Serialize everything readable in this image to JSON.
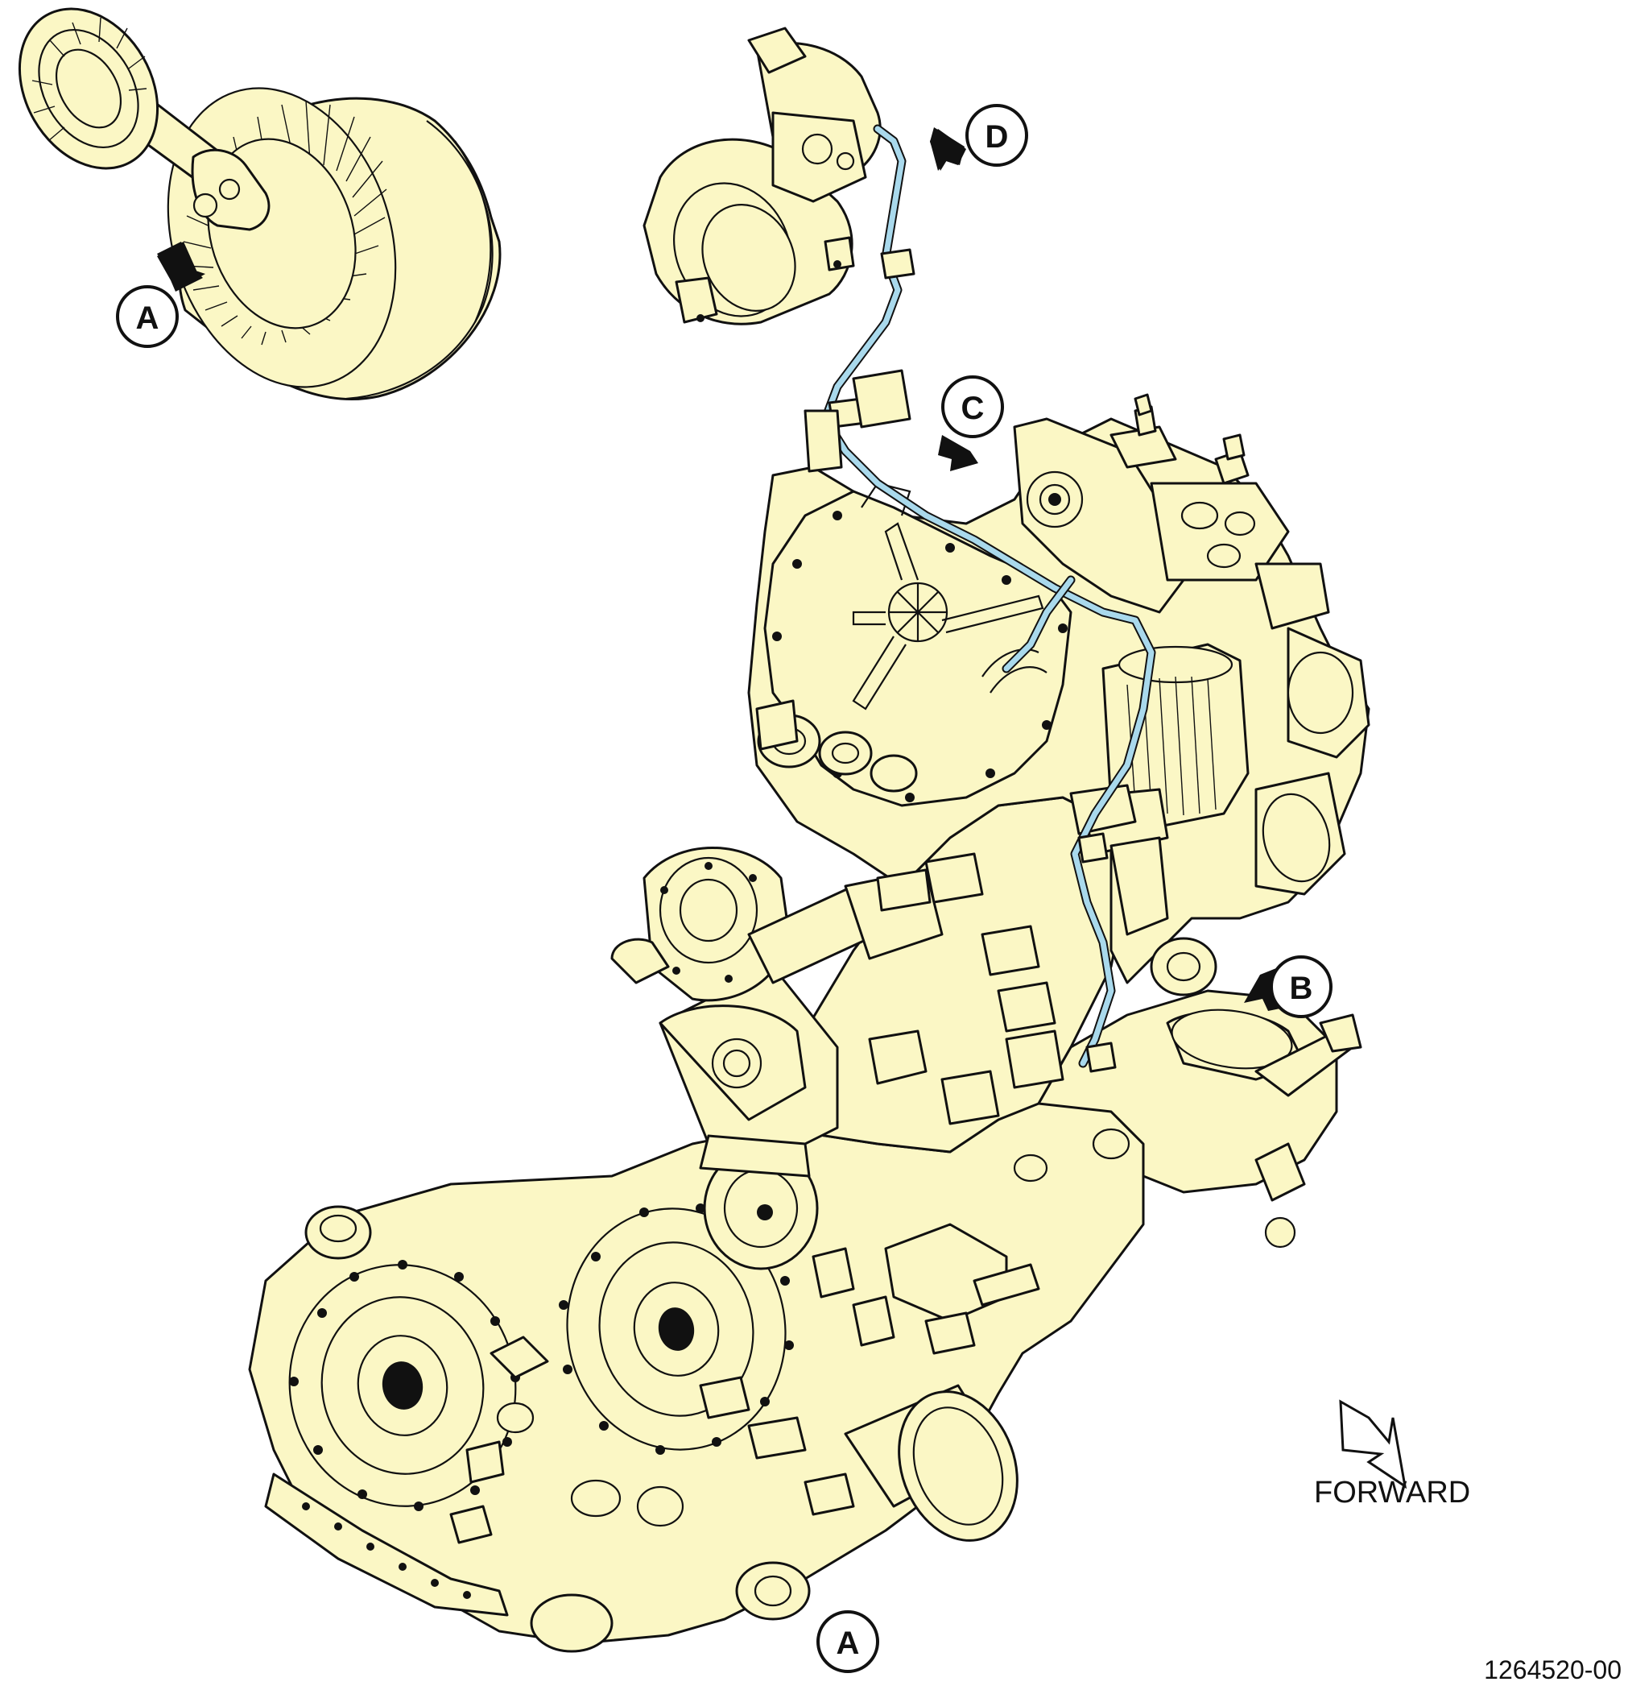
{
  "colors": {
    "part_fill": "#fbf7c5",
    "line": "#111111",
    "harness": "#a9d9ec",
    "background": "#ffffff"
  },
  "views": [
    {
      "id": "A",
      "label": "A"
    },
    {
      "id": "B",
      "label": "B"
    },
    {
      "id": "C",
      "label": "C"
    },
    {
      "id": "D",
      "label": "D"
    },
    {
      "id": "A-bottom",
      "label": "A"
    }
  ],
  "direction_indicator": {
    "label": "FORWARD",
    "icon": "forward-arrow-icon"
  },
  "figure_id": "1264520-00"
}
